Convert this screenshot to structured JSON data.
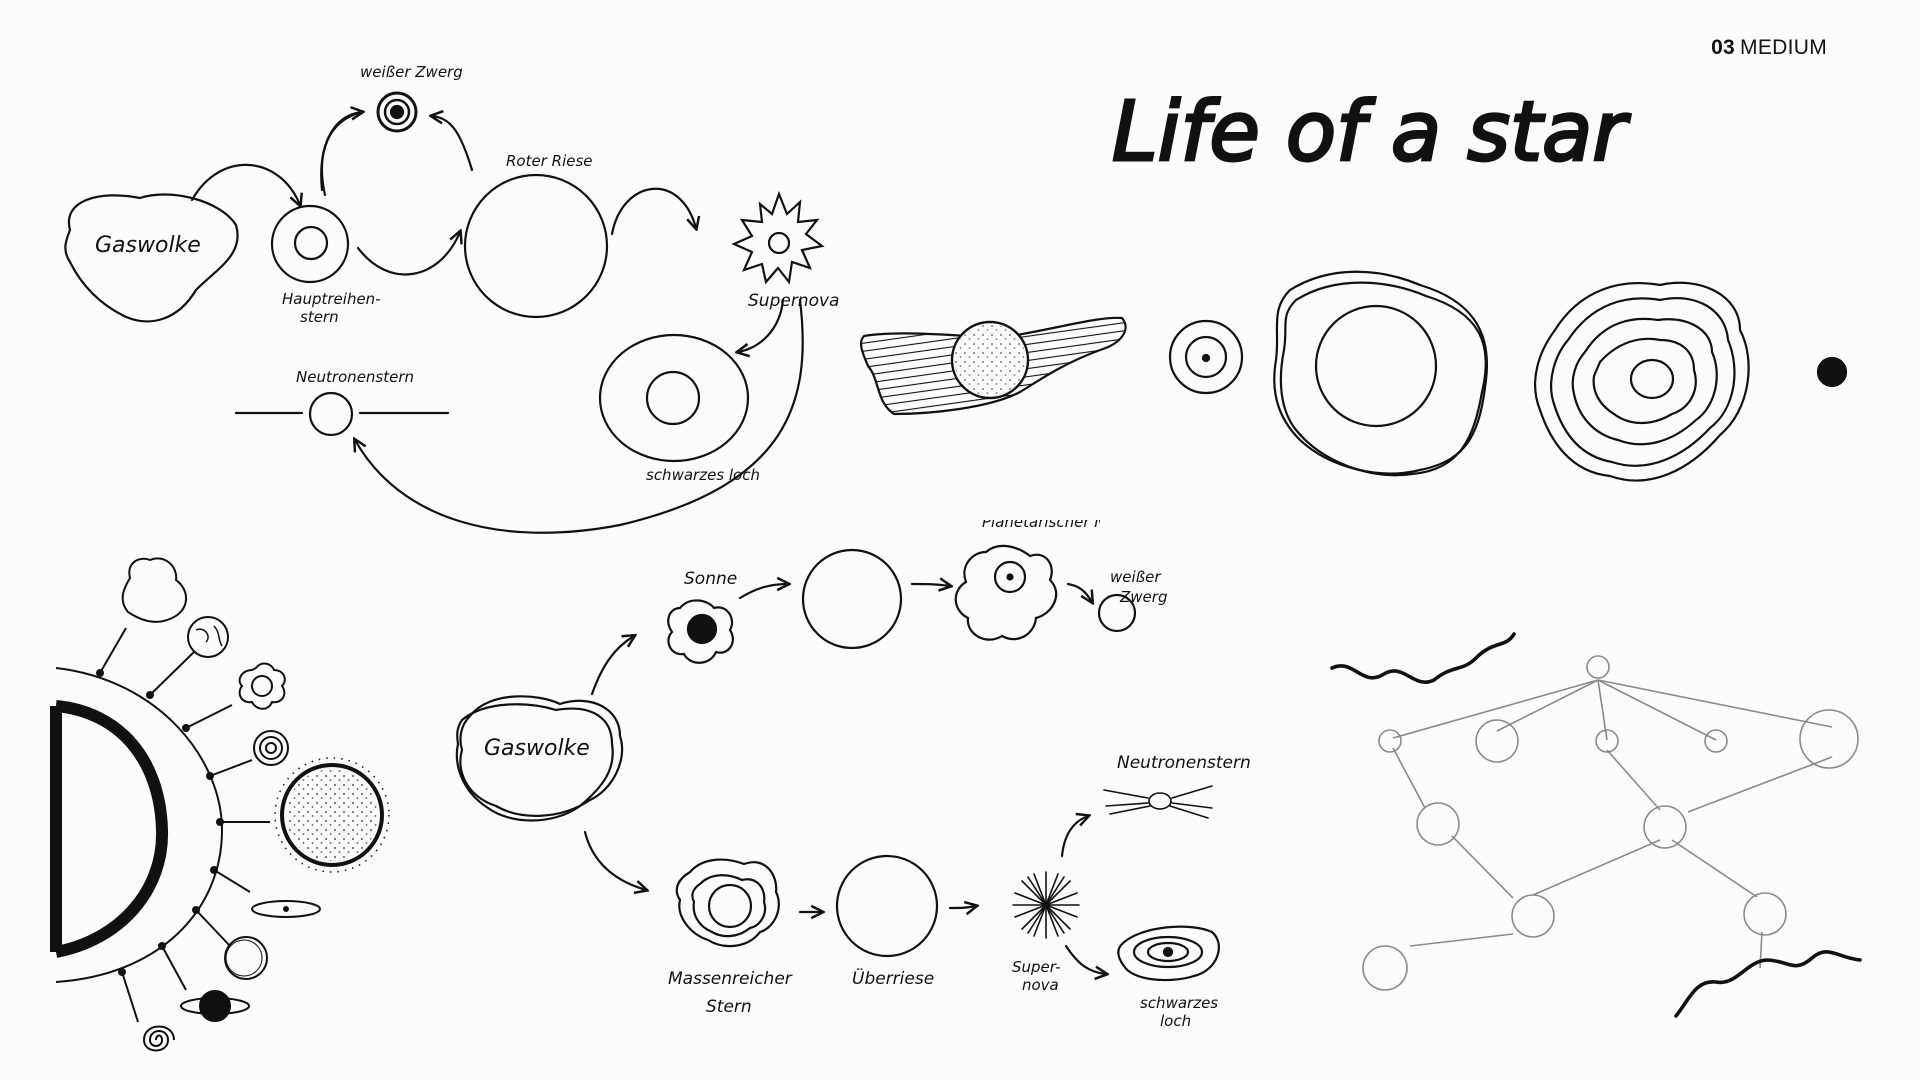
{
  "header": {
    "number": "03",
    "label": "MEDIUM"
  },
  "title": "Life of a star",
  "labels": {
    "weisser_zwerg_top": "weißer Zwerg",
    "roter_riese": "Roter Riese",
    "gaswolke_top": "Gaswolke",
    "hauptreihenstern_line1": "Hauptreihen-",
    "hauptreihenstern_line2": "stern",
    "supernova_top": "Supernova",
    "neutronenstern_top": "Neutronenstern",
    "schwarzes_loch_top": "schwarzes loch",
    "sonne": "Sonne",
    "weisser_zwerg_mid_line1": "weißer",
    "weisser_zwerg_mid_line2": "Zwerg",
    "gaswolke_mid": "Gaswolke",
    "neutronenstern_mid": "Neutronenstern",
    "massereicher_line1": "Massenreicher",
    "massereicher_line2": "Stern",
    "ueberriese": "Überriese",
    "supernova_mid_line1": "Super-",
    "supernova_mid_line2": "nova",
    "schwarzes_loch_mid_line1": "schwarzes",
    "schwarzes_loch_mid_line2": "loch",
    "cut_off_label": "Planetarischer Nebel"
  },
  "colors": {
    "ink": "#111111",
    "paper": "#fbfbfb",
    "network": "#8a8a8a"
  },
  "icons": [
    "sun-arc-icon",
    "planet-icon",
    "galaxy-spiral-icon",
    "supernova-burst-icon",
    "neutron-star-icon",
    "black-hole-icon",
    "nebula-icon",
    "network-graph",
    "wave-line-icon"
  ]
}
